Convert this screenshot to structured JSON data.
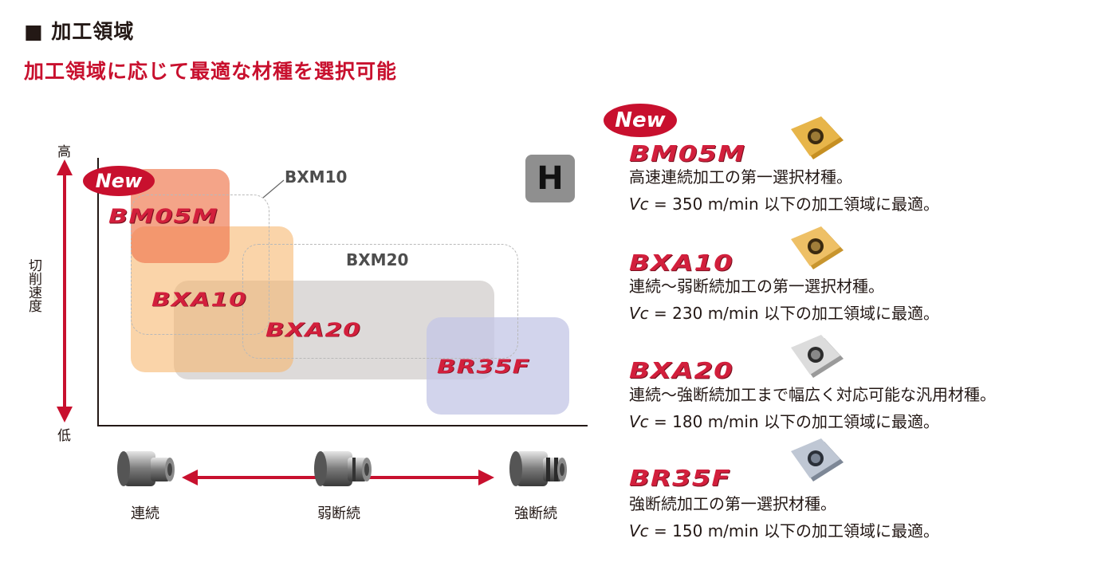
{
  "header": {
    "title": "■ 加工領域",
    "subtitle": "加工領域に応じて最適な材種を選択可能"
  },
  "chart": {
    "y_axis": {
      "label": "切削速度",
      "high": "高",
      "low": "低"
    },
    "x_axis": {
      "labels": [
        "連続",
        "弱断続",
        "強断続"
      ]
    },
    "material_badge": "H",
    "new_badge": "New",
    "regions": [
      {
        "name": "BM05M",
        "color": "#ef7e55"
      },
      {
        "name": "BXA10",
        "color": "#f6b36a"
      },
      {
        "name": "BXA20",
        "color": "#c9c6c4"
      },
      {
        "name": "BR35F",
        "color": "#c8cbe8"
      }
    ],
    "dashed_regions": [
      "BXM10",
      "BXM20"
    ]
  },
  "grades": [
    {
      "name": "BM05M",
      "is_new": true,
      "line1": "高速連続加工の第一選択材種。",
      "vc_prefix": "Vc",
      "line2": " = 350 m/min 以下の加工領域に最適。",
      "insert_color": "#d9a52f"
    },
    {
      "name": "BXA10",
      "is_new": false,
      "line1": "連続〜弱断続加工の第一選択材種。",
      "vc_prefix": "Vc",
      "line2": " = 230 m/min 以下の加工領域に最適。",
      "insert_color": "#e2b04a"
    },
    {
      "name": "BXA20",
      "is_new": false,
      "line1": "連続〜強断続加工まで幅広く対応可能な汎用材種。",
      "vc_prefix": "Vc",
      "line2": " = 180 m/min 以下の加工領域に最適。",
      "insert_color": "#c9c9c9"
    },
    {
      "name": "BR35F",
      "is_new": false,
      "line1": "強断続加工の第一選択材種。",
      "vc_prefix": "Vc",
      "line2": " = 150 m/min 以下の加工領域に最適。",
      "insert_color": "#a9b3c2"
    }
  ],
  "colors": {
    "accent": "#c8102e"
  }
}
